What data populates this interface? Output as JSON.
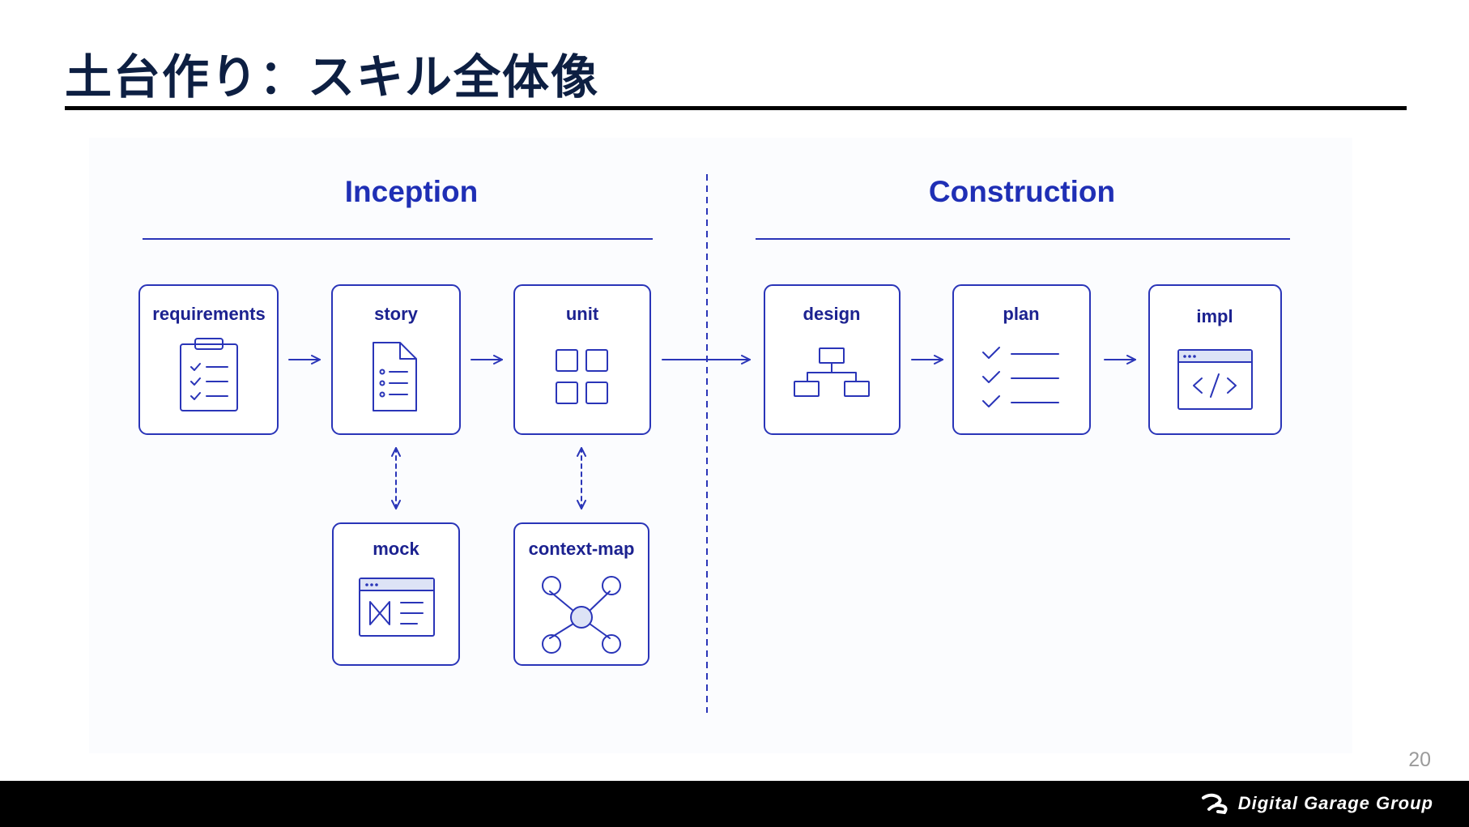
{
  "slide": {
    "title": "土台作り：スキル全体像",
    "page_number": "20"
  },
  "diagram": {
    "sections": [
      {
        "id": "inception",
        "title": "Inception"
      },
      {
        "id": "construction",
        "title": "Construction"
      }
    ],
    "nodes": [
      {
        "id": "requirements",
        "label": "requirements",
        "icon": "clipboard-checklist-icon"
      },
      {
        "id": "story",
        "label": "story",
        "icon": "document-list-icon"
      },
      {
        "id": "unit",
        "label": "unit",
        "icon": "grid-squares-icon"
      },
      {
        "id": "mock",
        "label": "mock",
        "icon": "browser-wireframe-icon"
      },
      {
        "id": "context-map",
        "label": "context-map",
        "icon": "network-hub-icon"
      },
      {
        "id": "design",
        "label": "design",
        "icon": "hierarchy-chart-icon"
      },
      {
        "id": "plan",
        "label": "plan",
        "icon": "checklist-icon"
      },
      {
        "id": "impl",
        "label": "impl",
        "icon": "code-window-icon"
      }
    ],
    "edges": [
      {
        "from": "requirements",
        "to": "story",
        "style": "solid"
      },
      {
        "from": "story",
        "to": "unit",
        "style": "solid"
      },
      {
        "from": "unit",
        "to": "design",
        "style": "solid"
      },
      {
        "from": "design",
        "to": "plan",
        "style": "solid"
      },
      {
        "from": "plan",
        "to": "impl",
        "style": "solid"
      },
      {
        "from": "story",
        "to": "mock",
        "style": "dashed-bidirectional"
      },
      {
        "from": "unit",
        "to": "context-map",
        "style": "dashed-bidirectional"
      }
    ],
    "colors": {
      "accent": "#2a35b8",
      "label": "#1c2290",
      "title": "#1f2fb5"
    }
  },
  "footer": {
    "company": "Digital Garage Group",
    "logo_icon": "dg-logo-icon"
  }
}
